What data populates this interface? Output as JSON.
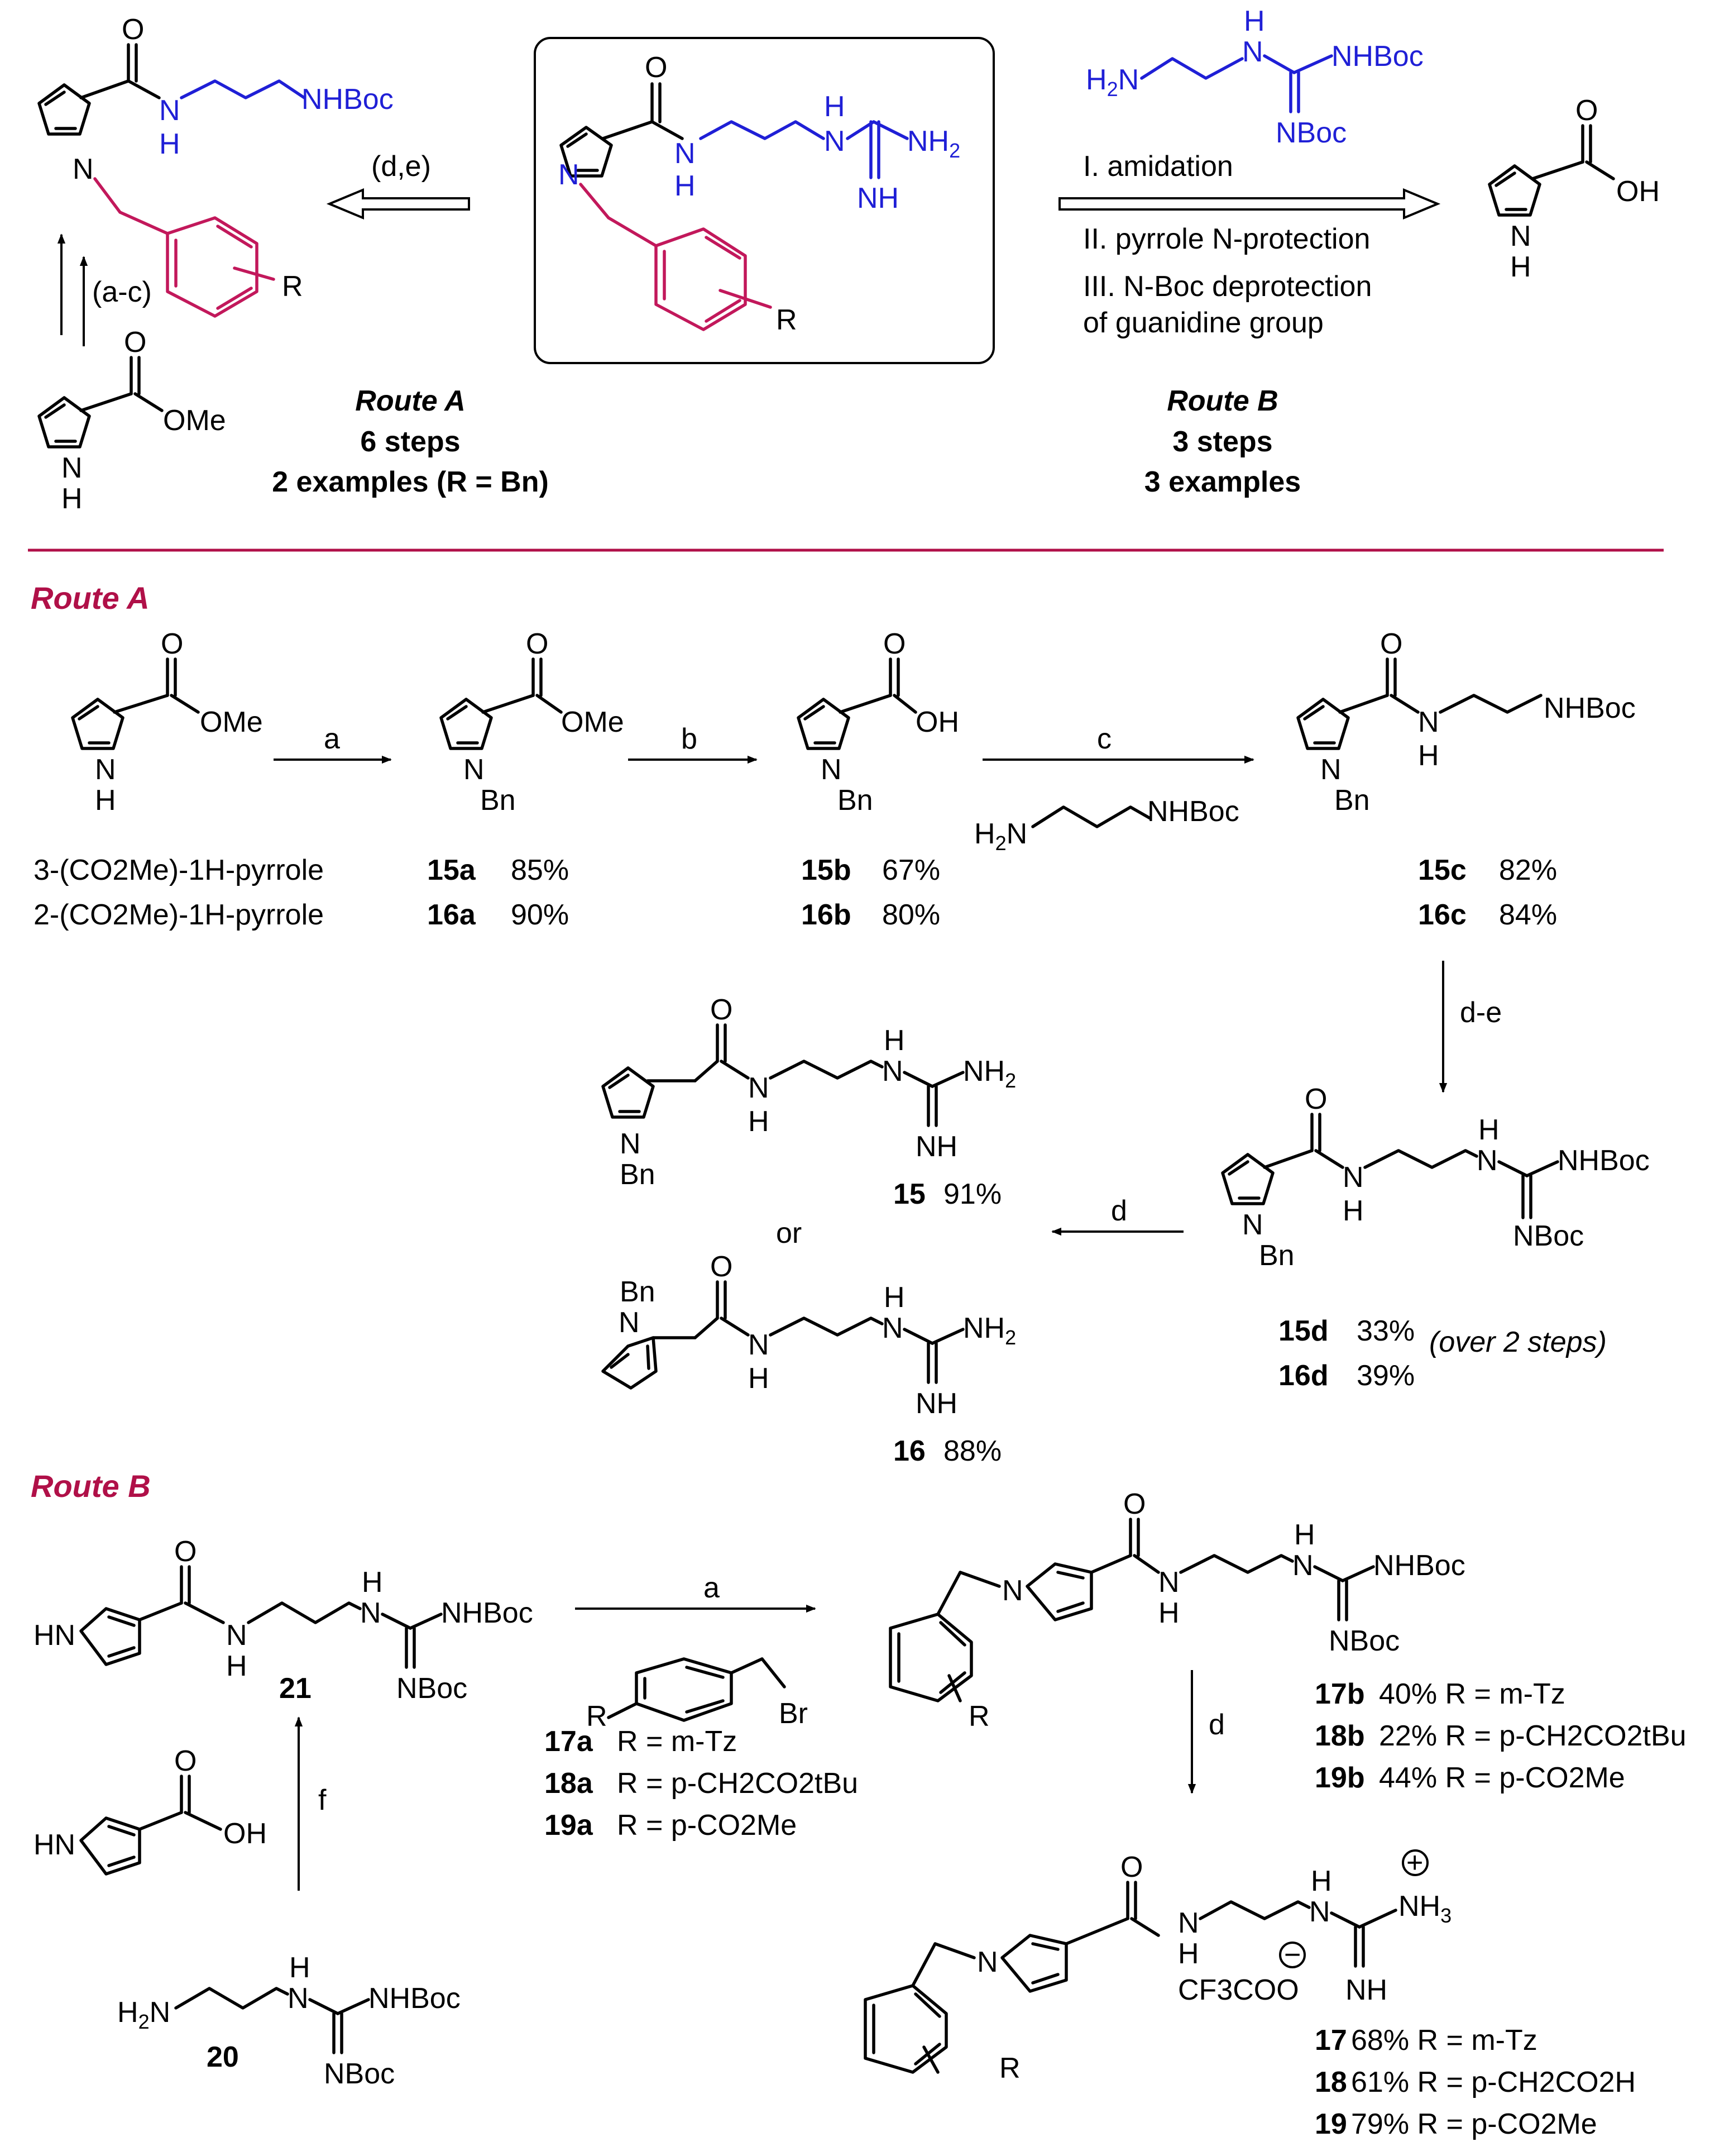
{
  "colors": {
    "black": "#000000",
    "blue": "#1f1fd6",
    "magenta": "#c2185b",
    "crimson": "#b01048"
  },
  "atoms": {
    "nhboc": "NHBoc",
    "nboc": "NBoc",
    "n": "N",
    "h": "H",
    "o": "O",
    "hn": "HN",
    "r": "R",
    "br": "Br",
    "bn": "Bn",
    "ome": "OMe",
    "oh": "OH",
    "nh": "NH",
    "nh2": "NH",
    "two": "2",
    "nh3": "NH",
    "three": "3",
    "plus": "+",
    "minus": "−",
    "cf3coo": "CF3COO",
    "h2n": "H2N"
  },
  "top": {
    "route_a_title": "Route A",
    "route_a_steps": "6 steps",
    "route_a_examples": "2 examples (R = Bn)",
    "route_b_title": "Route B",
    "route_b_steps": "3 steps",
    "route_b_examples": "3 examples",
    "retro_a": "(d,e)",
    "fwd_a": "(a-c)",
    "step_i": "I.  amidation",
    "step_ii": "II. pyrrole N-protection",
    "step_iii_a": "III. N-Boc deprotection",
    "step_iii_b": "of guanidine group"
  },
  "route_a": {
    "heading": "Route A",
    "step_a": "a",
    "step_b": "b",
    "step_c": "c",
    "step_de": "d-e",
    "step_d": "d",
    "sm1": "3-(CO2Me)-1H-pyrrole",
    "sm2": "2-(CO2Me)-1H-pyrrole",
    "y15a": "85%",
    "y16a": "90%",
    "y15b": "67%",
    "y16b": "80%",
    "y15c": "82%",
    "y16c": "84%",
    "y15d": "33%",
    "y16d": "39%",
    "over": "(over 2 steps)",
    "or": "or",
    "y15": "91%",
    "y16": "88%",
    "c15a": "15a",
    "c16a": "16a",
    "c15b": "15b",
    "c16b": "16b",
    "c15c": "15c",
    "c16c": "16c",
    "c15d": "15d",
    "c16d": "16d",
    "c15": "15",
    "c16": "16"
  },
  "route_b": {
    "heading": "Route B",
    "step_a": "a",
    "step_d": "d",
    "step_f": "f",
    "c21": "21",
    "c20": "20",
    "r17a": "17a",
    "t17a": "R = m-Tz",
    "r18a": "18a",
    "t18a": "R = p-CH2CO2tBu",
    "r19a": "19a",
    "t19a": "R = p-CO2Me",
    "r17b": "17b",
    "t17b": "40% R = m-Tz",
    "r18b": "18b",
    "t18b": "22% R = p-CH2CO2tBu",
    "r19b": "19b",
    "t19b": "44% R = p-CO2Me",
    "r17": "17",
    "t17": "68% R = m-Tz",
    "r18": "18",
    "t18": "61% R = p-CH2CO2H",
    "r19": "19",
    "t19": "79% R = p-CO2Me"
  }
}
